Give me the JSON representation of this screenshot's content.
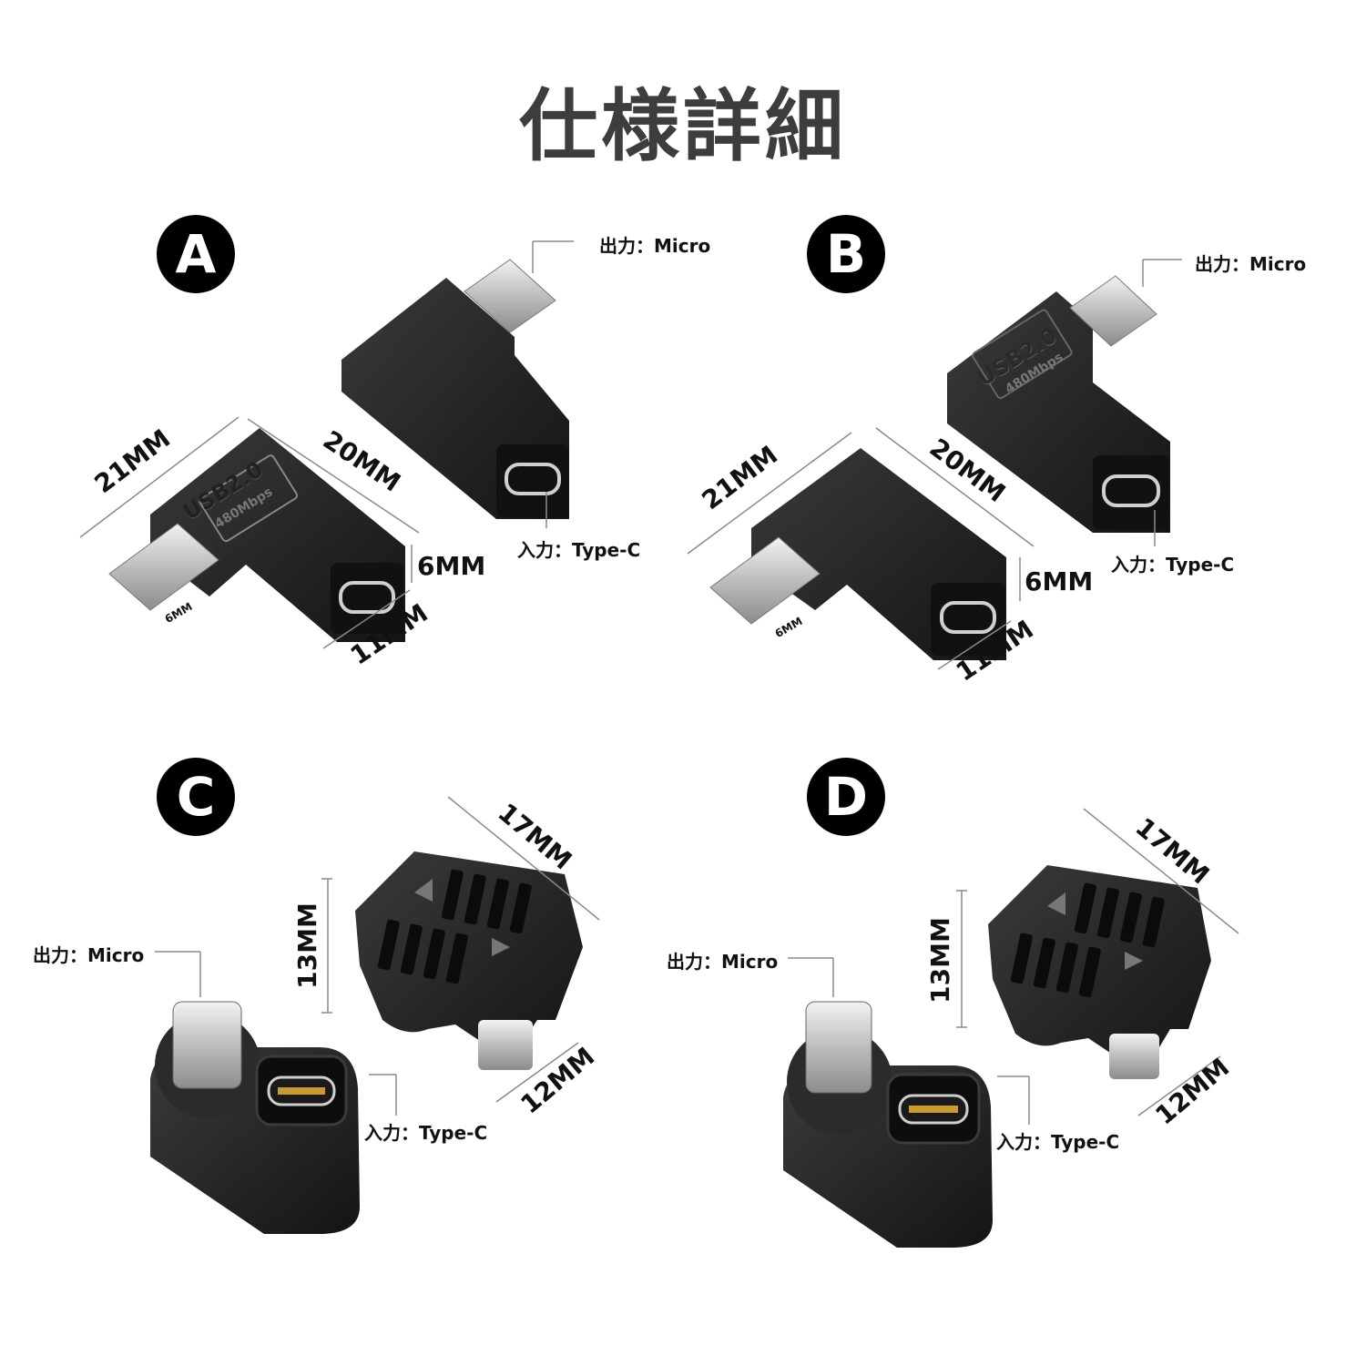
{
  "title": "仕様詳細",
  "panels": {
    "a": {
      "badge": "A",
      "output_label": "出力：Micro",
      "input_label": "入力：Type-C",
      "dims": {
        "length": "21MM",
        "depth": "20MM",
        "height": "6MM",
        "width": "11MM",
        "plug": "6MM"
      },
      "print_main": "USB2.0",
      "print_sub": "480Mbps"
    },
    "b": {
      "badge": "B",
      "output_label": "出力：Micro",
      "input_label": "入力：Type-C",
      "dims": {
        "length": "21MM",
        "depth": "20MM",
        "height": "6MM",
        "width": "11MM",
        "plug": "6MM"
      },
      "print_main": "USB2.0",
      "print_sub": "480Mbps"
    },
    "c": {
      "badge": "C",
      "output_label": "出力：Micro",
      "input_label": "入力：Type-C",
      "dims": {
        "length": "17MM",
        "height": "13MM",
        "width": "12MM"
      }
    },
    "d": {
      "badge": "D",
      "output_label": "出力：Micro",
      "input_label": "入力：Type-C",
      "dims": {
        "length": "17MM",
        "height": "13MM",
        "width": "12MM"
      }
    }
  },
  "colors": {
    "body": "#1c1c1e",
    "body_light": "#3a3a3c",
    "metal": "#d8d8d8",
    "line": "#8a8a8a"
  }
}
